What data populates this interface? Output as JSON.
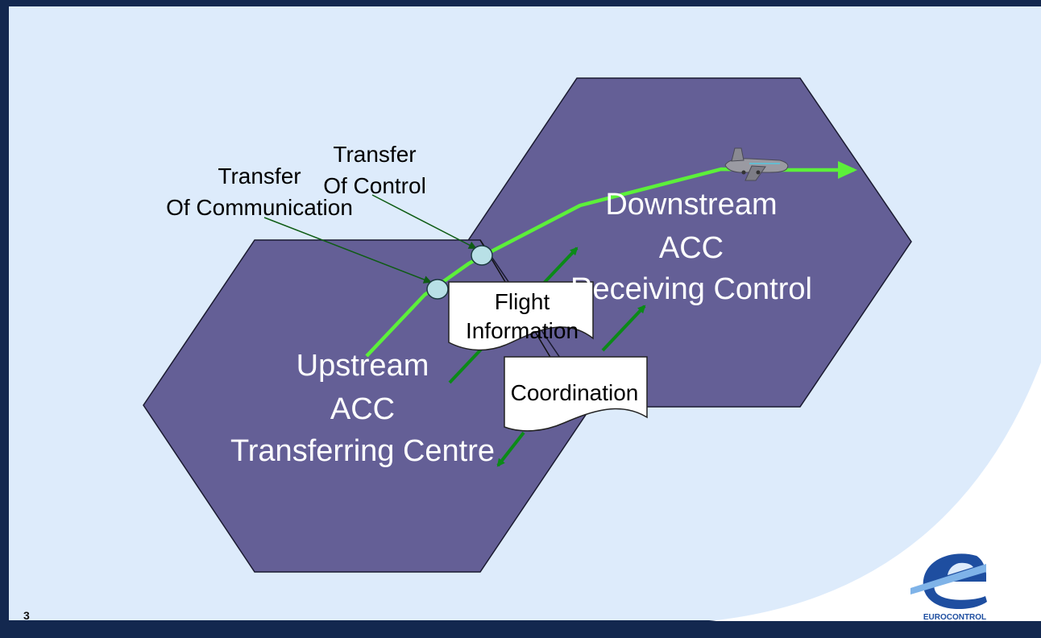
{
  "slide": {
    "page_number": "3",
    "colors": {
      "frame": "#13284f",
      "background": "#ddebfb",
      "hexagon": "#645f96",
      "flight_path": "#5cf03a",
      "arrow": "#0b8a18",
      "point": "#b8e0e6"
    }
  },
  "diagram": {
    "downstream": {
      "line1": "Downstream",
      "line2": "ACC",
      "line3": "Receiving Control"
    },
    "upstream": {
      "line1": "Upstream",
      "line2": "ACC",
      "line3": "Transferring Centre"
    },
    "transfer_control": {
      "line1": "Transfer",
      "line2": "Of Control"
    },
    "transfer_communication": {
      "line1": "Transfer",
      "line2": "Of Communication"
    },
    "flight_information": {
      "line1": "Flight",
      "line2": "Information"
    },
    "coordination": {
      "label": "Coordination"
    }
  },
  "logo": {
    "name": "eurocontrol-logo",
    "text": "EUROCONTROL"
  }
}
